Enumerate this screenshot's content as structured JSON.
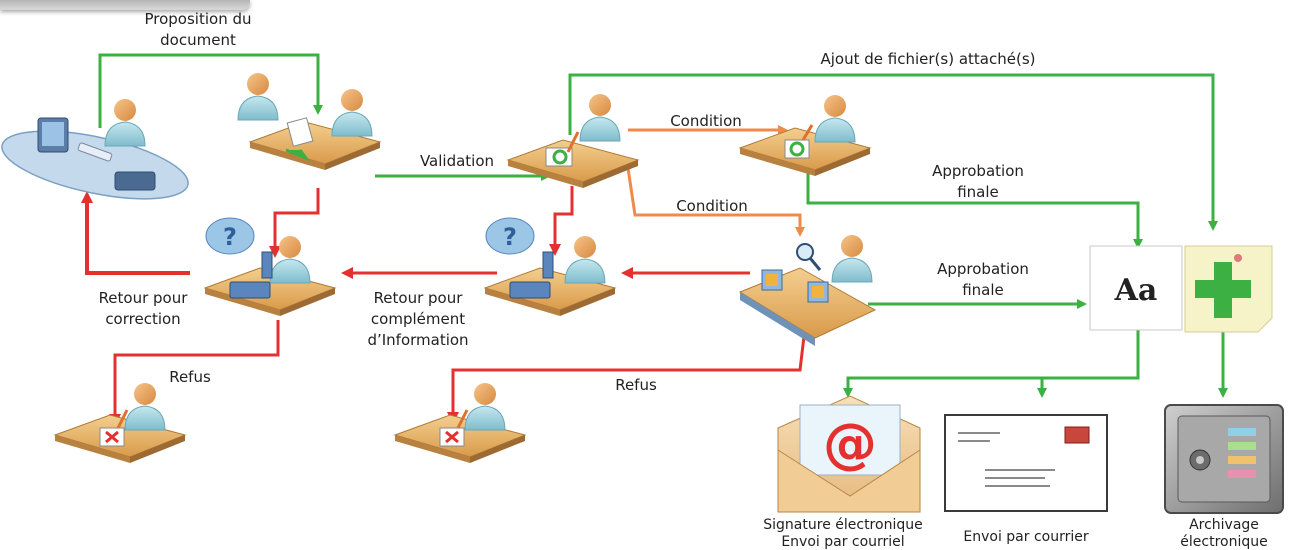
{
  "labels": {
    "proposition": [
      "Proposition du",
      "document"
    ],
    "ajout": "Ajout de fichier(s) attaché(s)",
    "validation": "Validation",
    "condition_top": "Condition",
    "condition_mid": "Condition",
    "approbation_top": [
      "Approbation",
      "finale"
    ],
    "approbation_mid": [
      "Approbation",
      "finale"
    ],
    "retour_correction": [
      "Retour pour",
      "correction"
    ],
    "retour_complement": [
      "Retour pour",
      "complément",
      "d’Information"
    ],
    "refus_left": "Refus",
    "refus_right": "Refus",
    "signature": [
      "Signature électronique",
      "Envoi par courriel"
    ],
    "envoi": "Envoi par courrier",
    "archivage": [
      "Archivage",
      "électronique"
    ],
    "doc_icon_text": "Aa",
    "email_symbol": "@"
  },
  "colors": {
    "green": "#3cb043",
    "red": "#e53030",
    "orange": "#f08a4b",
    "desk": "#e2a95b",
    "person_skin": "#e8a25f",
    "person_shirt": "#9dd0dc"
  }
}
